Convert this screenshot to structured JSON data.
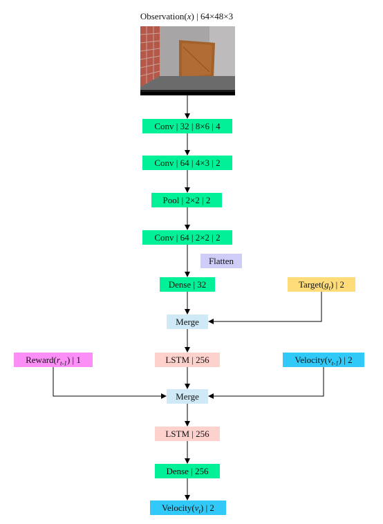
{
  "colors": {
    "conv": "#00f197",
    "input": "#cdcdf7",
    "merge": "#cfe9f7",
    "lstm": "#fdd1cc",
    "target": "#fddc79",
    "reward": "#fb8ef7",
    "velocity": "#31c9f7",
    "arrow": "#000000"
  },
  "nodes": {
    "observation": {
      "pre": "Observation(",
      "var": "x",
      "post": ") | 64×48×3"
    },
    "conv1": "Conv | 32 | 8×6 | 4",
    "conv2": "Conv | 64 | 4×3 | 2",
    "pool": "Pool | 2×2 | 2",
    "conv3": "Conv | 64 | 2×2 | 2",
    "flatten": "Flatten",
    "dense1": "Dense | 32",
    "target": {
      "pre": "Target(",
      "var": "g",
      "sub": "t",
      "post": ") | 2"
    },
    "merge1": "Merge",
    "reward": {
      "pre": "Reward(",
      "var": "r",
      "sub": "t-1",
      "post": ") | 1"
    },
    "lstm1": "LSTM | 256",
    "velocity_in": {
      "pre": "Velocity(",
      "var": "v",
      "sub": "t-1",
      "post": ") | 2"
    },
    "merge2": "Merge",
    "lstm2": "LSTM | 256",
    "dense2": "Dense | 256",
    "velocity_out": {
      "pre": "Velocity(",
      "var": "v",
      "sub": "t",
      "post": ") | 2"
    }
  }
}
